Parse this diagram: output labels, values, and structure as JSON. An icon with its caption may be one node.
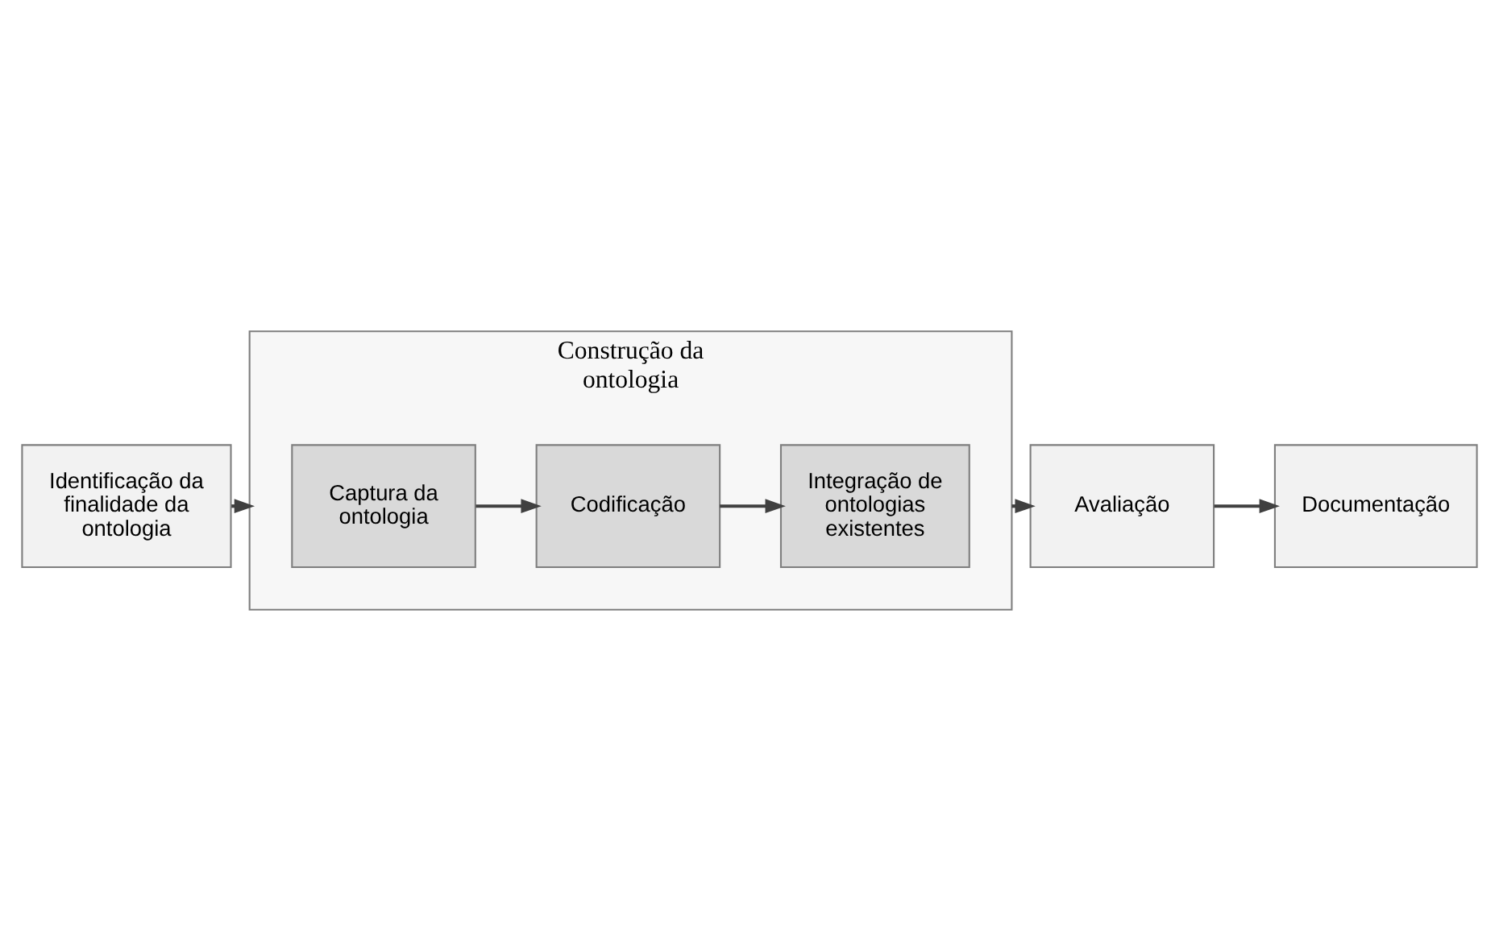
{
  "diagram": {
    "nodes": [
      {
        "text": [
          "Identificação da finalidade da ontologia"
        ]
      },
      {
        "text": [
          "Construção da ontologia"
        ]
      },
      {
        "text": [
          "Captura da ontologia"
        ],
        "in": 1
      },
      {
        "text": [
          "Codificação"
        ],
        "in": 1
      },
      {
        "text": [
          "Integração de ontologias existentes"
        ],
        "in": 1
      },
      {
        "text": [
          "Avaliação"
        ]
      },
      {
        "text": [
          "Documentação"
        ]
      }
    ],
    "edges": [
      {
        "from": 0,
        "to": 1,
        "arrow": "to"
      },
      {
        "from": 2,
        "to": 3,
        "arrow": "to"
      },
      {
        "from": 3,
        "to": 4,
        "arrow": "to"
      },
      {
        "from": 1,
        "to": 5,
        "arrow": "to"
      },
      {
        "from": 5,
        "to": 6,
        "arrow": "to"
      }
    ]
  }
}
